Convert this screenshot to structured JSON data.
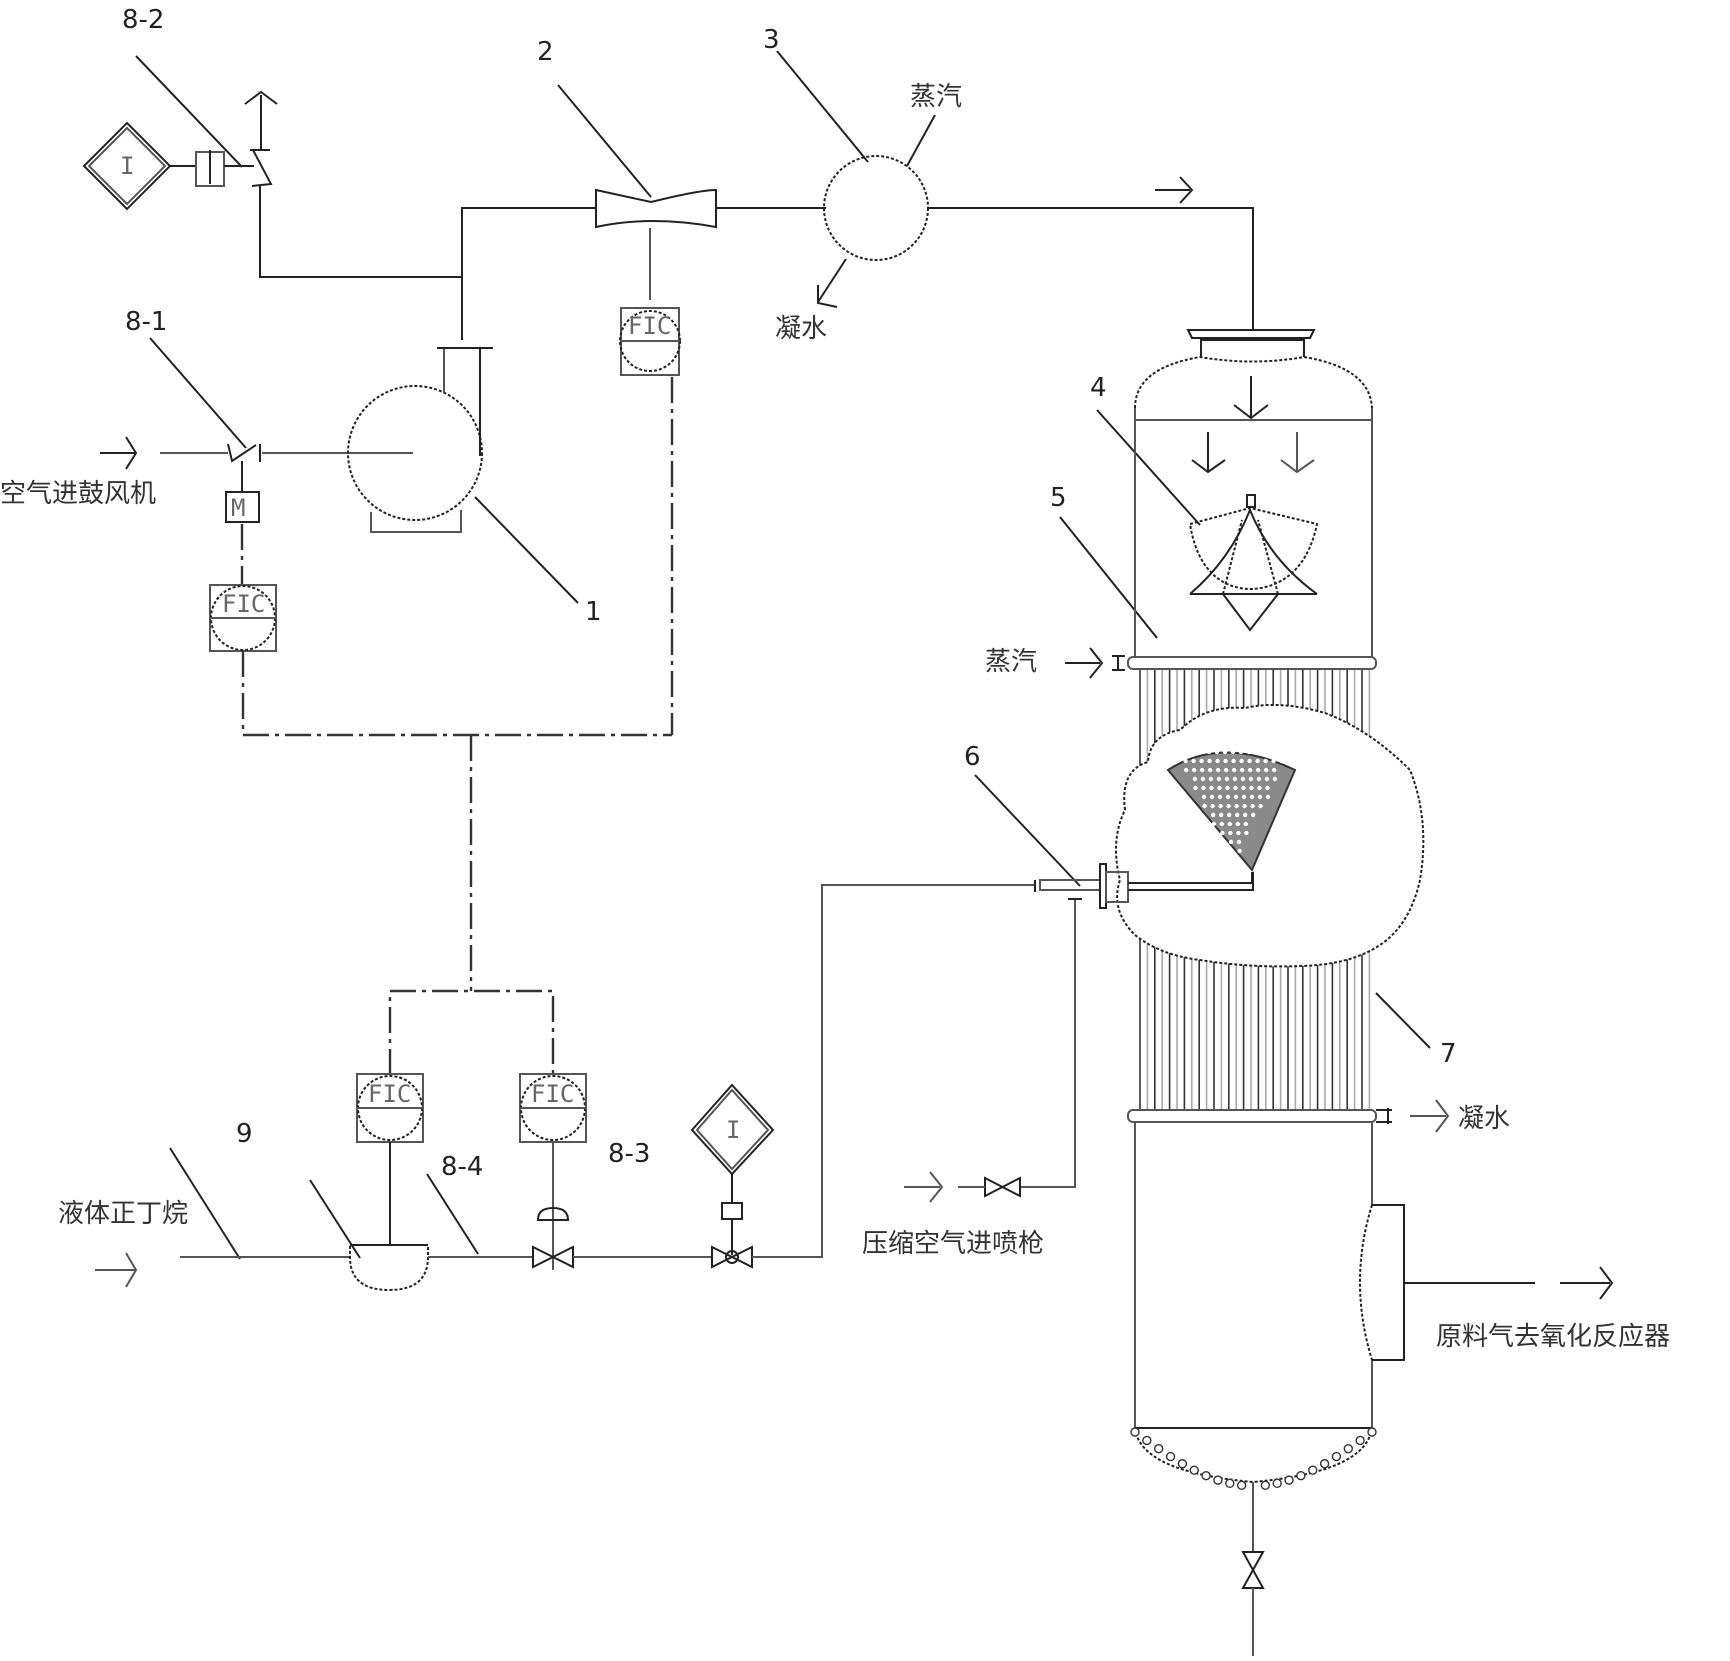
{
  "diagram": {
    "type": "process-flow-diagram",
    "component_numbers": {
      "blower": "1",
      "venturi": "2",
      "steam_heater": "3",
      "distributor": "4",
      "vessel_top_section": "5",
      "spray_gun": "6",
      "heating_tubes": "7",
      "valve_8_1": "8-1",
      "valve_8_2": "8-2",
      "valve_8_3": "8-3",
      "valve_8_4": "8-4",
      "flowmeter": "9"
    },
    "stream_labels": {
      "air_to_blower": "空气进鼓风机",
      "steam_heater_in": "蒸汽",
      "condensate_heater_out": "凝水",
      "steam_vessel_in": "蒸汽",
      "condensate_vessel_out": "凝水",
      "liquid_butane_in": "液体正丁烷",
      "compressed_air_to_gun": "压缩空气进喷枪",
      "feed_gas_out": "原料气去氧化反应器"
    },
    "instruments": {
      "fic_blower": "FIC",
      "fic_venturi": "FIC",
      "fic_flowmeter": "FIC",
      "fic_valve_8_4": "FIC",
      "interlock_8_2": "I",
      "interlock_8_3": "I",
      "motor_8_1": "M"
    }
  }
}
